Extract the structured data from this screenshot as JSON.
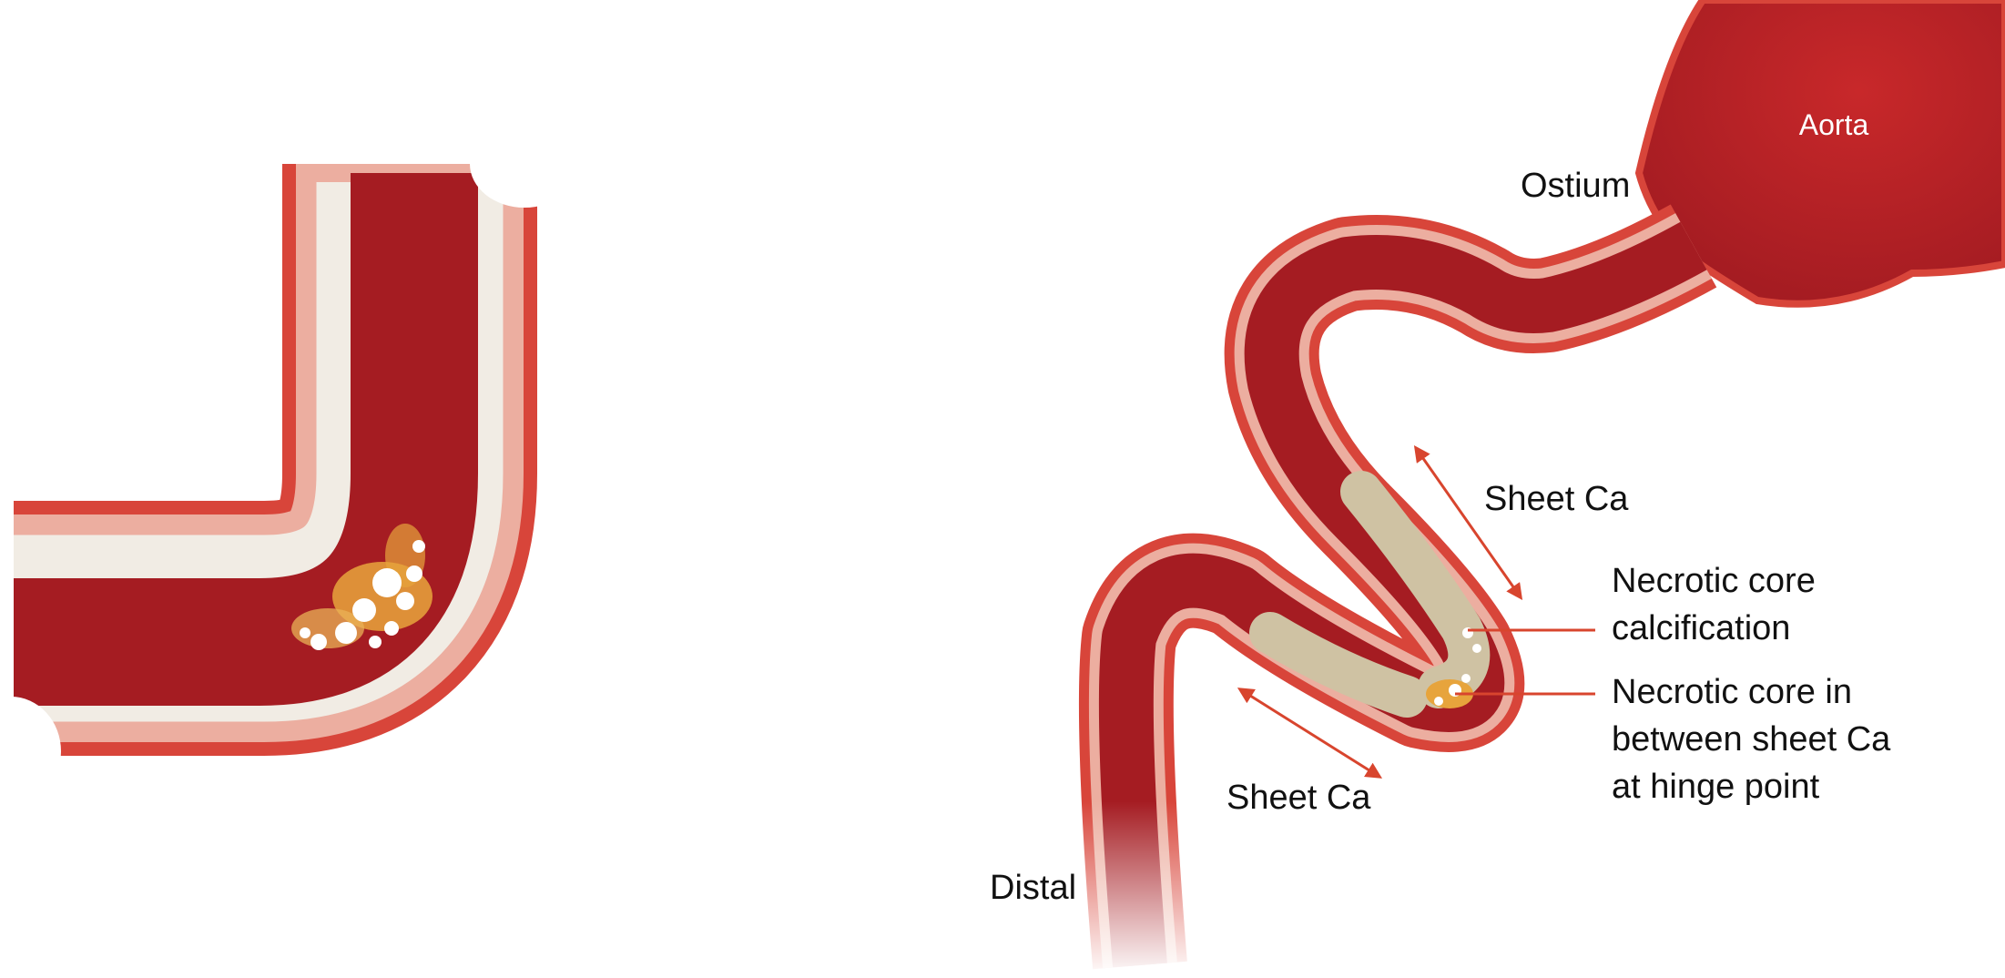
{
  "labels": {
    "aorta": "Aorta",
    "ostium": "Ostium",
    "sheet_ca_upper": "Sheet Ca",
    "sheet_ca_lower": "Sheet Ca",
    "distal": "Distal",
    "necrotic_calc": [
      "Necrotic core",
      "calcification"
    ],
    "necrotic_between": [
      "Necrotic core in",
      "between sheet Ca",
      "at hinge point"
    ]
  },
  "colors": {
    "vessel_outer": "#d8453a",
    "vessel_wall": "#ecaea0",
    "lumen": "#a51c22",
    "plaque_sheet": "#cfc2a3",
    "calcium": "#f4f1ea",
    "necrotic": "#e7a43c",
    "arrow": "#d8452e"
  }
}
